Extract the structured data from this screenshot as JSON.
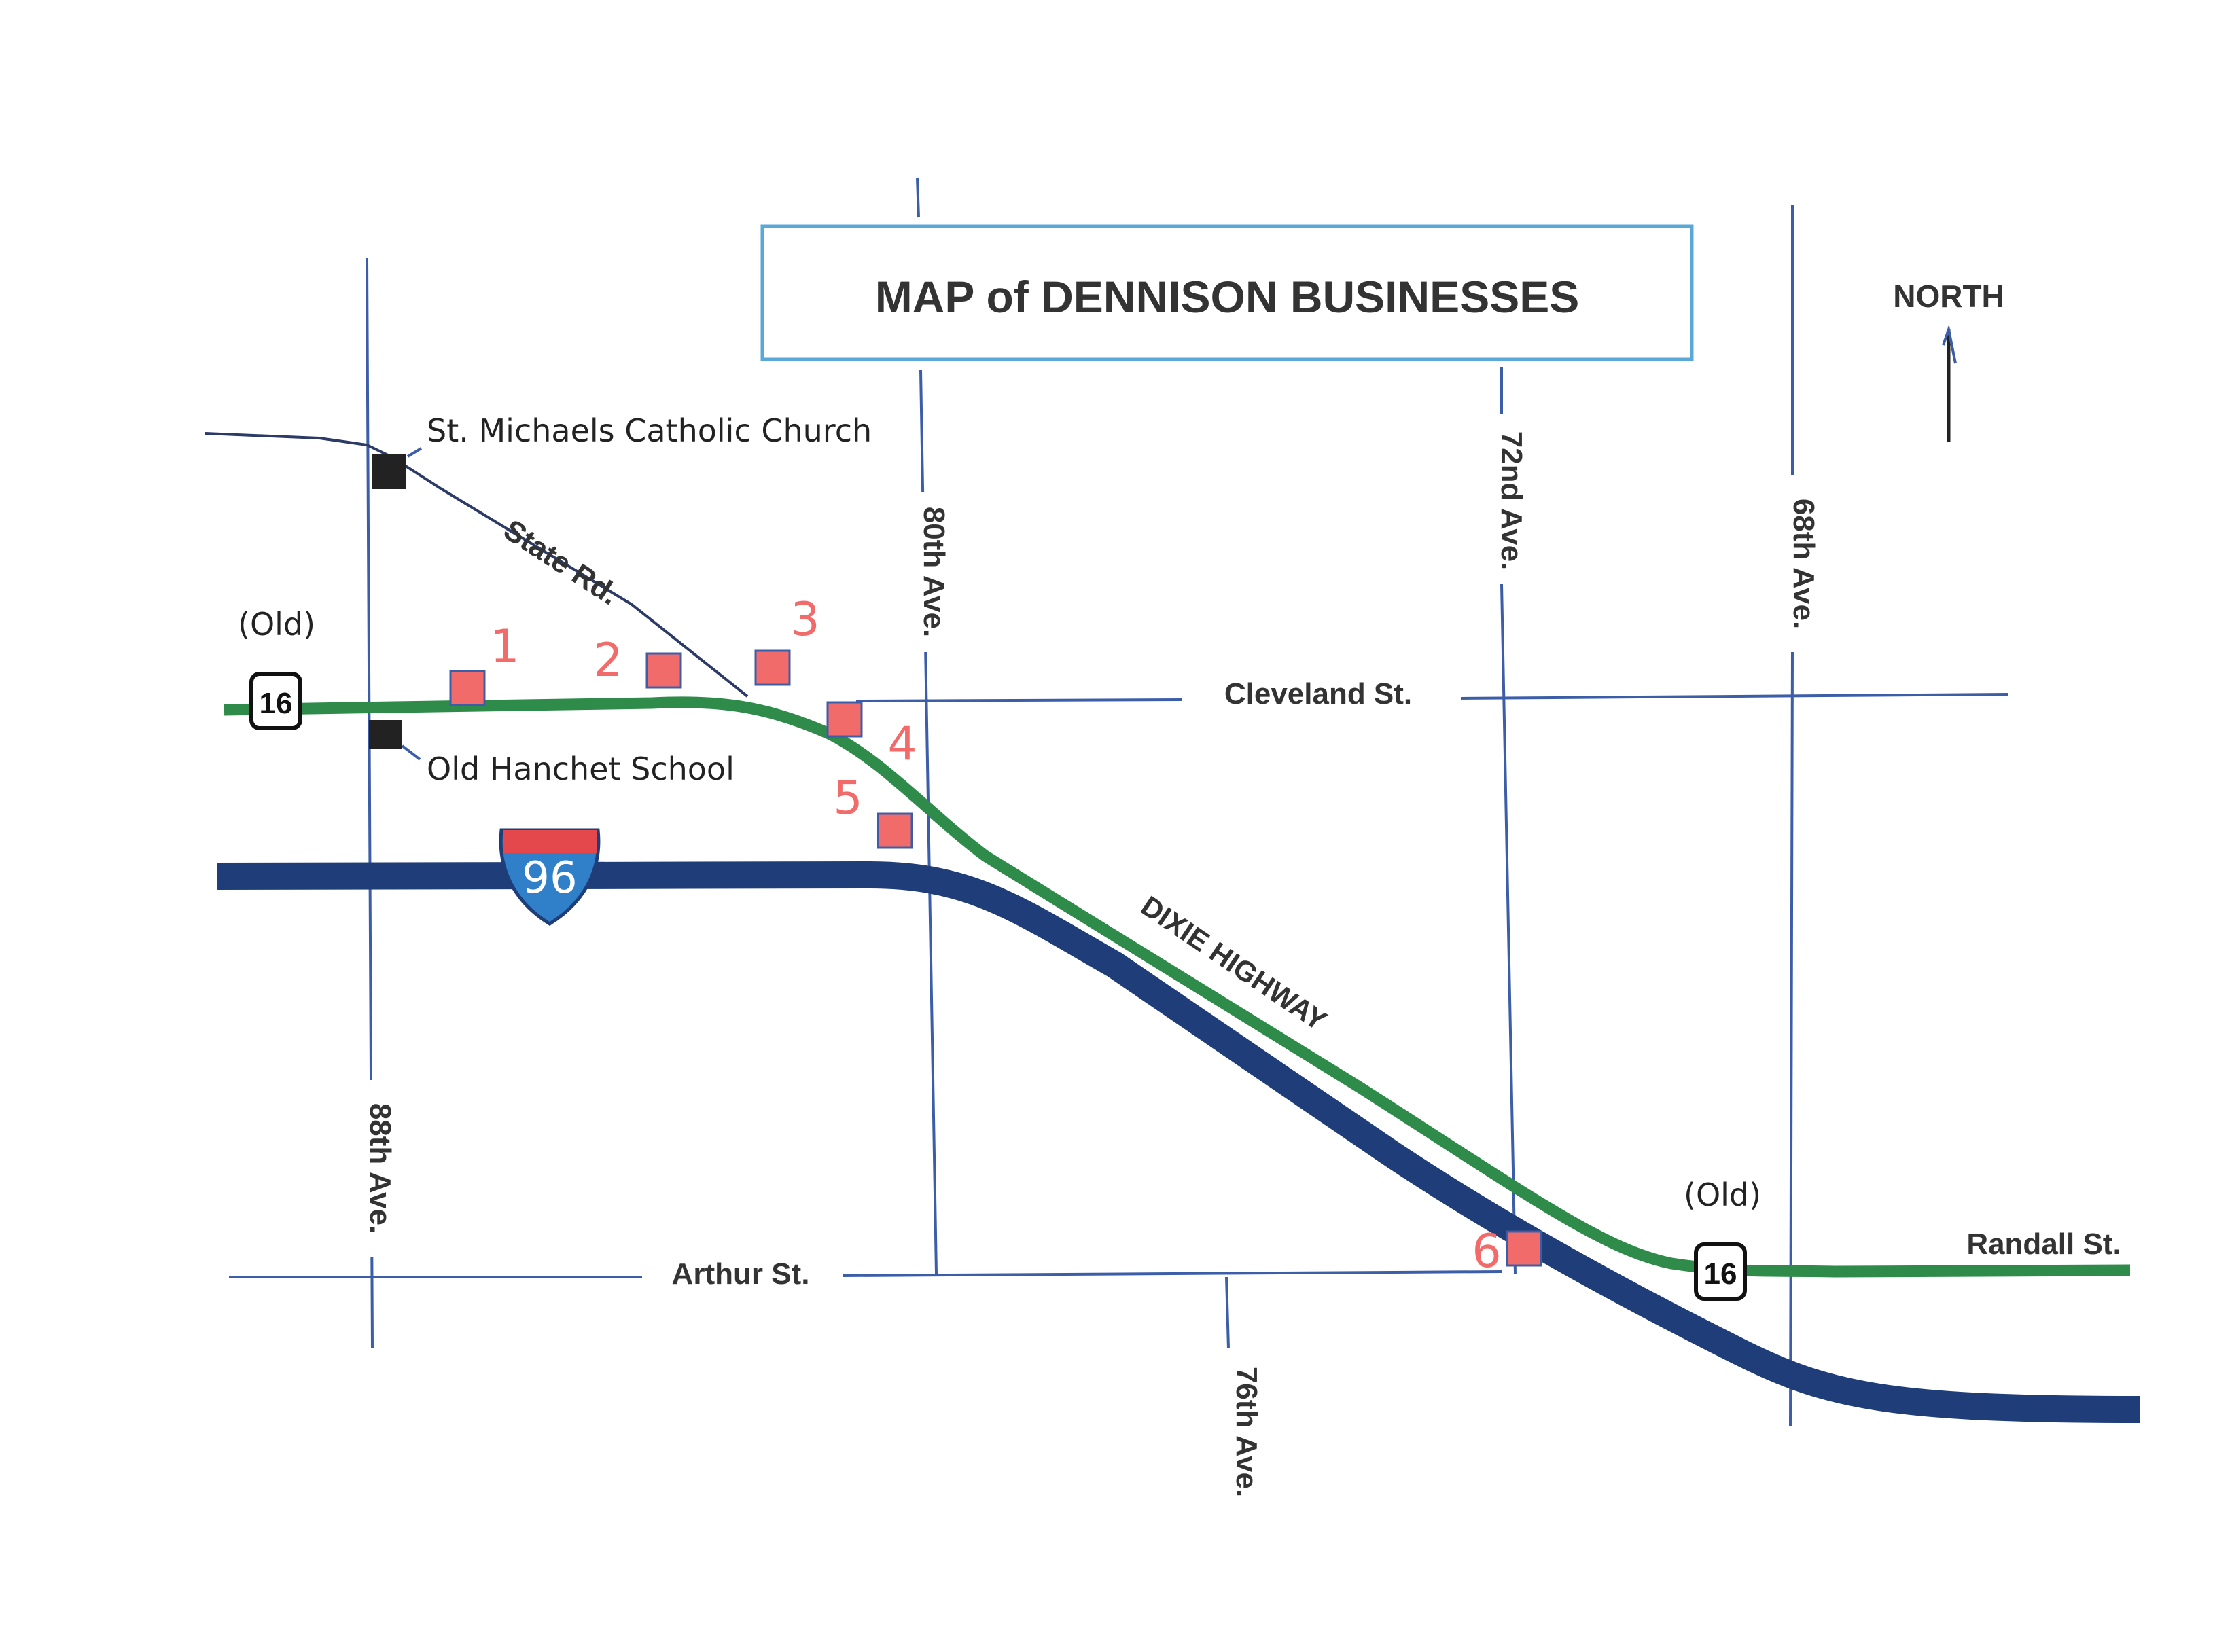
{
  "title": "MAP of DENNISON BUSINESSES",
  "north_label": "NORTH",
  "landmarks": {
    "church": "St. Michaels Catholic Church",
    "school": "Old Hanchet School"
  },
  "roads": {
    "ave_88": "88th Ave.",
    "ave_80": "80th Ave.",
    "ave_76": "76th Ave.",
    "ave_72": "72nd Ave.",
    "ave_68": "68th Ave.",
    "state_rd": "State Rd.",
    "cleveland": "Cleveland St.",
    "arthur": "Arthur St.",
    "randall": "Randall St.",
    "dixie": "DIXIE HIGHWAY"
  },
  "shields": {
    "us16_number": "16",
    "old_label": "(Old)",
    "i96_number": "96"
  },
  "businesses": [
    "1",
    "2",
    "3",
    "4",
    "5",
    "6"
  ],
  "colors": {
    "road_line": "#3c5ea8",
    "dixie_green": "#2e8b4a",
    "interstate_navy": "#1f3d78",
    "business_marker": "#f26b6b",
    "business_label": "#f26b6b",
    "title_border": "#5aa8d8",
    "landmark_marker": "#222222"
  }
}
